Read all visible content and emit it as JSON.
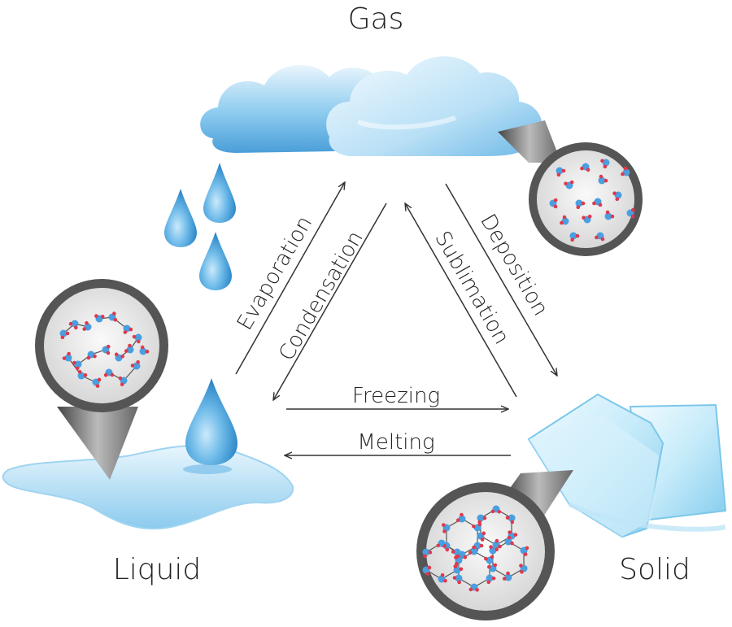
{
  "states": {
    "gas": "Gas",
    "liquid": "Liquid",
    "solid": "Solid"
  },
  "processes": {
    "evaporation": "Evaporation",
    "condensation": "Condensation",
    "deposition": "Deposition",
    "sublimation": "Sublimation",
    "freezing": "Freezing",
    "melting": "Melting"
  },
  "colors": {
    "cloud": "#6fb6e4",
    "water": "#5aaee0",
    "ice": "#bfe6f7",
    "magnifier_ring": "#555555",
    "atom_blue": "#4a9fe0",
    "atom_red": "#e0384c",
    "arrow": "#333333"
  },
  "icons": {
    "gas_magnifier": "gas-molecules-icon",
    "liquid_magnifier": "liquid-molecules-icon",
    "solid_magnifier": "ice-lattice-icon"
  }
}
